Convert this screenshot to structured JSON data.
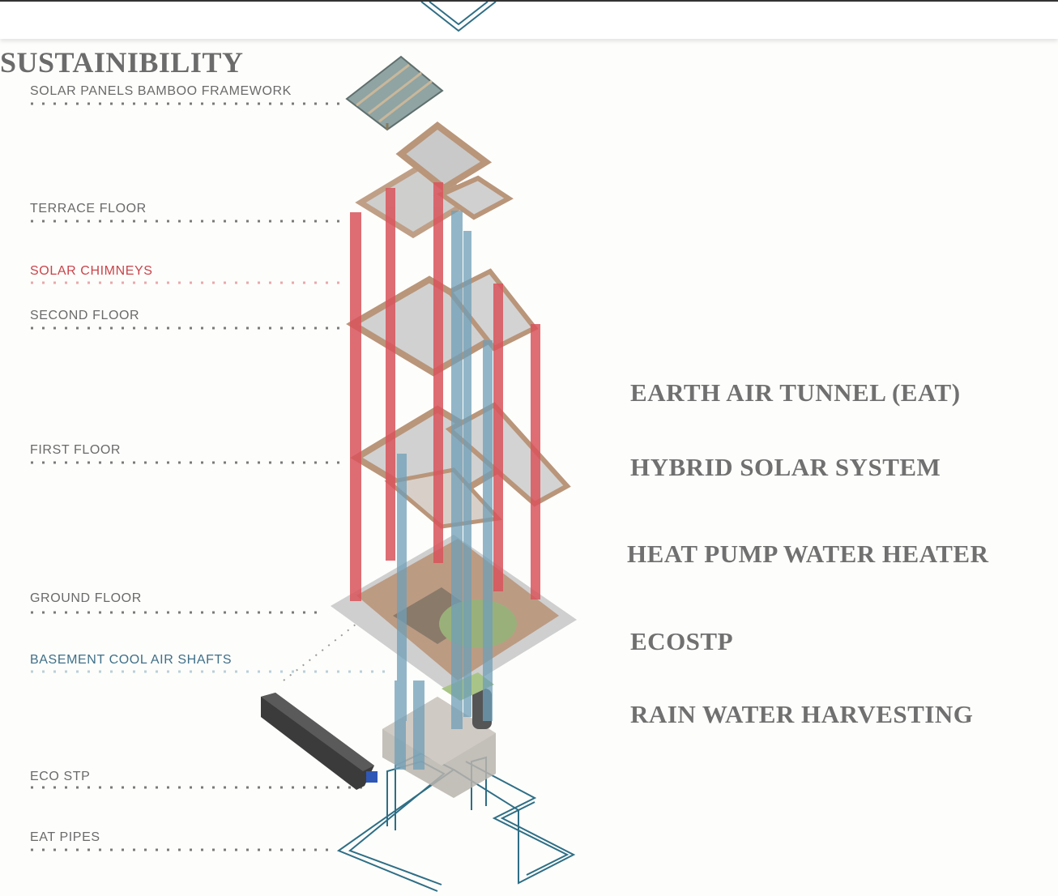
{
  "title": "SUSTAINIBILITY",
  "layers": [
    {
      "label": "SOLAR PANELS BAMBOO FRAMEWORK",
      "tone": "gray"
    },
    {
      "label": "TERRACE FLOOR",
      "tone": "gray"
    },
    {
      "label": "SOLAR CHIMNEYS",
      "tone": "red"
    },
    {
      "label": "SECOND FLOOR",
      "tone": "gray"
    },
    {
      "label": "FIRST FLOOR",
      "tone": "gray"
    },
    {
      "label": "GROUND FLOOR",
      "tone": "gray"
    },
    {
      "label": "BASEMENT COOL  AIR SHAFTS",
      "tone": "blue"
    },
    {
      "label": "ECO STP",
      "tone": "gray"
    },
    {
      "label": "EAT PIPES",
      "tone": "gray"
    }
  ],
  "features": [
    "EARTH AIR TUNNEL (EAT)",
    "HYBRID SOLAR SYSTEM",
    "HEAT PUMP WATER HEATER",
    "ECOSTP",
    "RAIN WATER HARVESTING"
  ],
  "colors": {
    "text": "#6a6a6a",
    "solar_chimney": "#d9545c",
    "cool_air_shaft": "#6f9fb8",
    "eat_pipe": "#2e6e85",
    "floor_wall": "#b9957a",
    "slab": "#c9c9c9"
  }
}
